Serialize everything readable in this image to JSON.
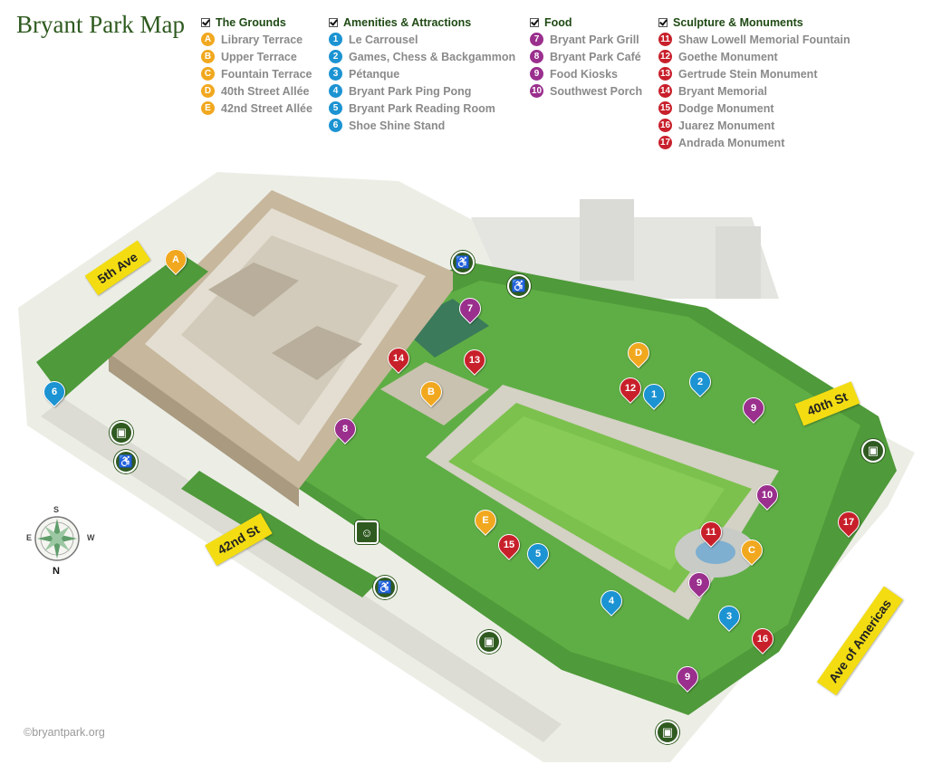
{
  "title": "Bryant Park Map",
  "colors": {
    "grounds": "#f1a81f",
    "amenities": "#1c93d2",
    "food": "#9a2f8d",
    "sculpture": "#c8202b",
    "service": "#2f5a20",
    "street_sign": "#f3dd12"
  },
  "legend": [
    {
      "heading": "The Grounds",
      "color": "#f1a81f",
      "items": [
        {
          "badge": "A",
          "label": "Library Terrace"
        },
        {
          "badge": "B",
          "label": "Upper Terrace"
        },
        {
          "badge": "C",
          "label": "Fountain Terrace"
        },
        {
          "badge": "D",
          "label": "40th Street Allée"
        },
        {
          "badge": "E",
          "label": "42nd Street Allée"
        }
      ]
    },
    {
      "heading": "Amenities & Attractions",
      "color": "#1c93d2",
      "items": [
        {
          "badge": "1",
          "label": "Le Carrousel"
        },
        {
          "badge": "2",
          "label": "Games, Chess & Backgammon"
        },
        {
          "badge": "3",
          "label": "Pétanque"
        },
        {
          "badge": "4",
          "label": "Bryant Park Ping Pong"
        },
        {
          "badge": "5",
          "label": "Bryant Park Reading Room"
        },
        {
          "badge": "6",
          "label": "Shoe Shine Stand"
        }
      ]
    },
    {
      "heading": "Food",
      "color": "#9a2f8d",
      "items": [
        {
          "badge": "7",
          "label": "Bryant Park Grill"
        },
        {
          "badge": "8",
          "label": "Bryant Park Café"
        },
        {
          "badge": "9",
          "label": "Food Kiosks"
        },
        {
          "badge": "10",
          "label": "Southwest Porch"
        }
      ]
    },
    {
      "heading": "Sculpture & Monuments",
      "color": "#c8202b",
      "items": [
        {
          "badge": "11",
          "label": "Shaw Lowell Memorial Fountain"
        },
        {
          "badge": "12",
          "label": "Goethe Monument"
        },
        {
          "badge": "13",
          "label": "Gertrude Stein Monument"
        },
        {
          "badge": "14",
          "label": "Bryant Memorial"
        },
        {
          "badge": "15",
          "label": "Dodge Monument"
        },
        {
          "badge": "16",
          "label": "Juarez Monument"
        },
        {
          "badge": "17",
          "label": "Andrada Monument"
        }
      ]
    }
  ],
  "streets": [
    "5th Ave",
    "40th St",
    "42nd St",
    "Ave of Americas"
  ],
  "compass": {
    "n": "N",
    "s": "S",
    "e": "E",
    "w": "W"
  },
  "pins": [
    {
      "label": "A",
      "category": "grounds"
    },
    {
      "label": "B",
      "category": "grounds"
    },
    {
      "label": "C",
      "category": "grounds"
    },
    {
      "label": "D",
      "category": "grounds"
    },
    {
      "label": "E",
      "category": "grounds"
    },
    {
      "label": "1",
      "category": "amenities"
    },
    {
      "label": "2",
      "category": "amenities"
    },
    {
      "label": "3",
      "category": "amenities"
    },
    {
      "label": "4",
      "category": "amenities"
    },
    {
      "label": "5",
      "category": "amenities"
    },
    {
      "label": "6",
      "category": "amenities"
    },
    {
      "label": "7",
      "category": "food"
    },
    {
      "label": "8",
      "category": "food"
    },
    {
      "label": "9",
      "category": "food"
    },
    {
      "label": "9",
      "category": "food"
    },
    {
      "label": "9",
      "category": "food"
    },
    {
      "label": "9",
      "category": "food"
    },
    {
      "label": "10",
      "category": "food"
    },
    {
      "label": "11",
      "category": "sculpture"
    },
    {
      "label": "12",
      "category": "sculpture"
    },
    {
      "label": "13",
      "category": "sculpture"
    },
    {
      "label": "14",
      "category": "sculpture"
    },
    {
      "label": "15",
      "category": "sculpture"
    },
    {
      "label": "16",
      "category": "sculpture"
    },
    {
      "label": "17",
      "category": "sculpture"
    }
  ],
  "services": [
    {
      "icon": "accessible-icon"
    },
    {
      "icon": "accessible-icon"
    },
    {
      "icon": "accessible-icon"
    },
    {
      "icon": "accessible-icon"
    },
    {
      "icon": "subway-icon"
    },
    {
      "icon": "subway-icon"
    },
    {
      "icon": "subway-icon"
    },
    {
      "icon": "subway-icon"
    },
    {
      "icon": "restroom-icon"
    }
  ],
  "copyright": "©bryantpark.org"
}
